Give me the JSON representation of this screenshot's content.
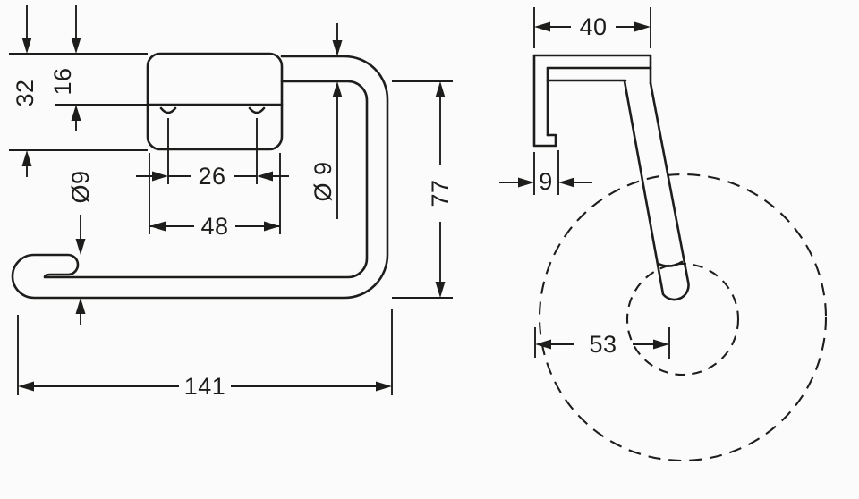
{
  "colors": {
    "line": "#1d1d1b",
    "background": "#fbfbfb"
  },
  "front_view": {
    "plate_height": "32",
    "plate_top_to_seam": "16",
    "hook_bar_diameter": "Ø9",
    "screw_spacing": "26",
    "plate_width": "48",
    "top_bar_diameter": "Ø 9",
    "overall_height": "77",
    "overall_width": "141"
  },
  "side_view": {
    "overall_depth": "40",
    "plate_thickness": "9",
    "roll_axis_offset": "53"
  }
}
